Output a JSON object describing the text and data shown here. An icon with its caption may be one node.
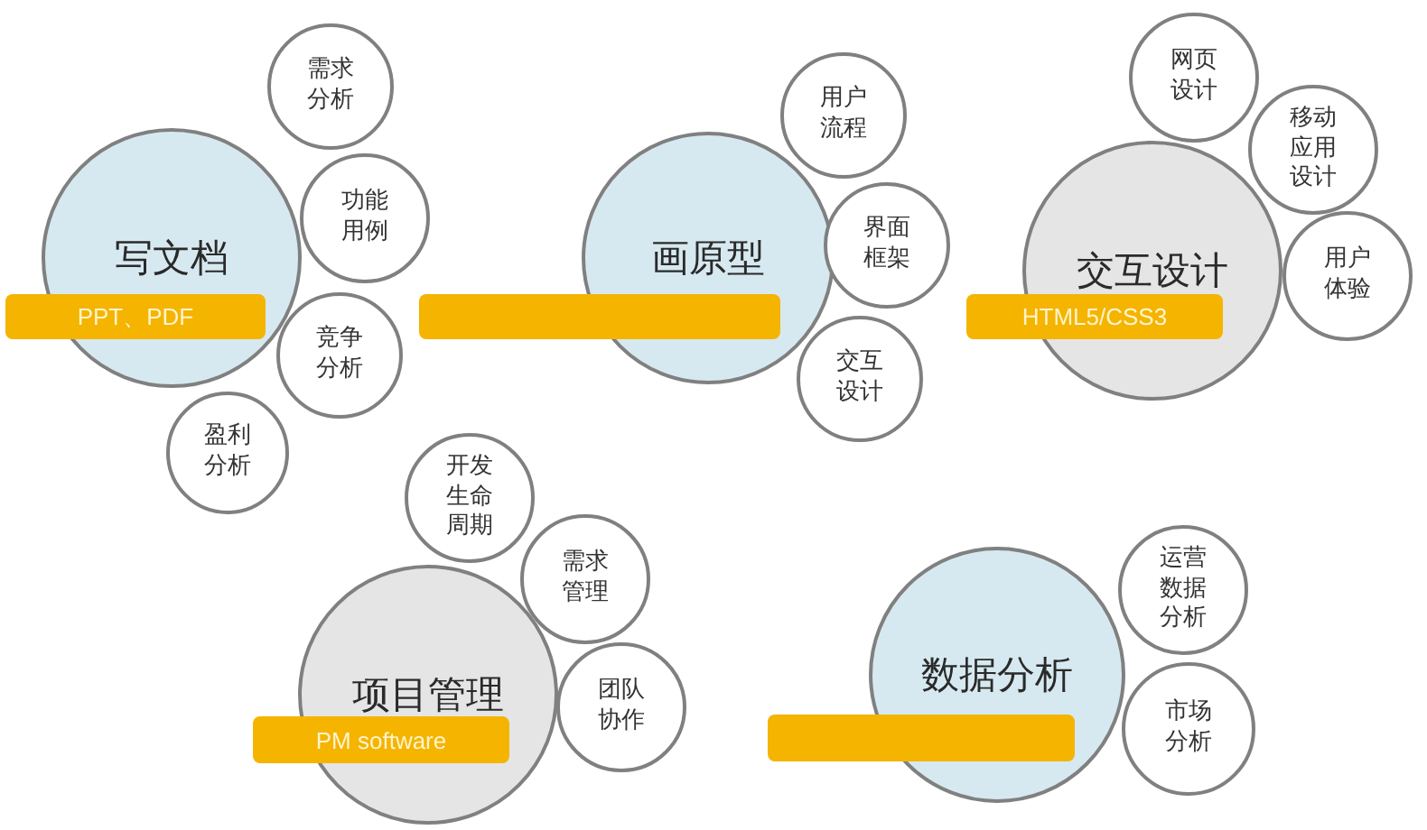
{
  "diagram": {
    "nodes": [
      {
        "text": [
          "写文档"
        ]
      },
      {
        "text": [
          "PPT、PDF"
        ]
      },
      {
        "text": [
          "需求分析"
        ]
      },
      {
        "text": [
          "功能用例"
        ]
      },
      {
        "text": [
          "竞争分析"
        ]
      },
      {
        "text": [
          "盈利分析"
        ]
      },
      {
        "text": [
          "画原型"
        ]
      },
      {
        "text": [],
        "shape": "bar"
      },
      {
        "text": [
          "用户流程"
        ]
      },
      {
        "text": [
          "界面框架"
        ]
      },
      {
        "text": [
          "交互设计"
        ]
      },
      {
        "text": [
          "交互设计"
        ]
      },
      {
        "text": [
          "HTML5/CSS3"
        ]
      },
      {
        "text": [
          "网页设计"
        ]
      },
      {
        "text": [
          "移动应用设计"
        ]
      },
      {
        "text": [
          "用户体验"
        ]
      },
      {
        "text": [
          "项目管理"
        ]
      },
      {
        "text": [
          "PM software"
        ]
      },
      {
        "text": [
          "开发生命周期"
        ]
      },
      {
        "text": [
          "需求管理"
        ]
      },
      {
        "text": [
          "团队协作"
        ]
      },
      {
        "text": [
          "数据分析"
        ]
      },
      {
        "text": [],
        "shape": "bar"
      },
      {
        "text": [
          "运营数据分析"
        ]
      },
      {
        "text": [
          "市场分析"
        ]
      }
    ]
  }
}
